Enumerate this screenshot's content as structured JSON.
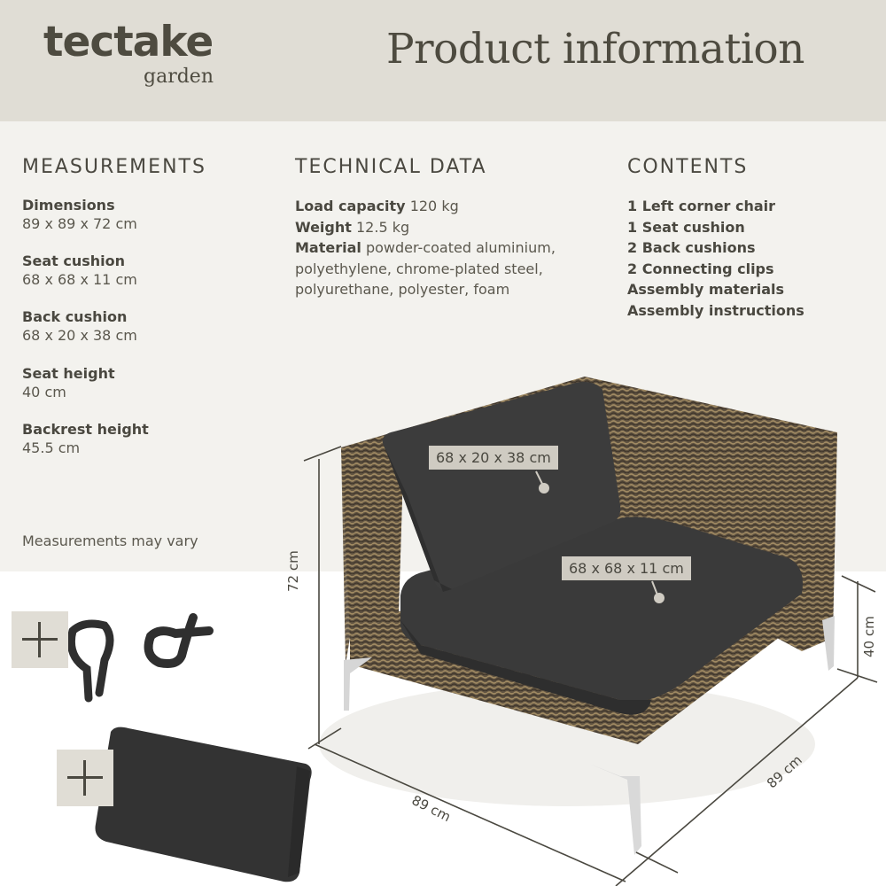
{
  "header": {
    "brand": "tectake",
    "brand_sub": "garden",
    "title": "Product information"
  },
  "measurements": {
    "heading": "MEASUREMENTS",
    "items": [
      {
        "label": "Dimensions",
        "value": "89 x 89 x 72 cm"
      },
      {
        "label": "Seat cushion",
        "value": "68 x 68 x 11 cm"
      },
      {
        "label": "Back cushion",
        "value": "68 x 20 x 38 cm"
      },
      {
        "label": "Seat height",
        "value": "40 cm"
      },
      {
        "label": "Backrest height",
        "value": "45.5 cm"
      }
    ],
    "note": "Measurements may vary"
  },
  "technical": {
    "heading": "TECHNICAL DATA",
    "load_label": "Load capacity",
    "load_value": "120 kg",
    "weight_label": "Weight",
    "weight_value": "12.5 kg",
    "material_label": "Material",
    "material_value": "powder-coated aluminium, polyethylene, chrome-plated steel, polyurethane, polyester, foam"
  },
  "contents": {
    "heading": "CONTENTS",
    "items": [
      "1 Left corner chair",
      "1 Seat cushion",
      "2 Back cushions",
      "2 Connecting clips",
      "Assembly materials",
      "Assembly instructions"
    ]
  },
  "diagram": {
    "back_cushion_tag": "68 x 20 x 38 cm",
    "seat_cushion_tag": "68 x 68 x 11 cm",
    "height_total": "72 cm",
    "height_seat": "40 cm",
    "width_left": "89 cm",
    "depth_right": "89 cm"
  },
  "icons": {
    "plus_1": "plus-icon",
    "plus_2": "plus-icon"
  },
  "colors": {
    "header_bg": "#e0ddd5",
    "panel_bg": "#f3f2ee",
    "text": "#4a4840",
    "tag_bg": "#cfcbc2",
    "cushion": "#3a3a3a",
    "wicker": "#7a6a50"
  }
}
